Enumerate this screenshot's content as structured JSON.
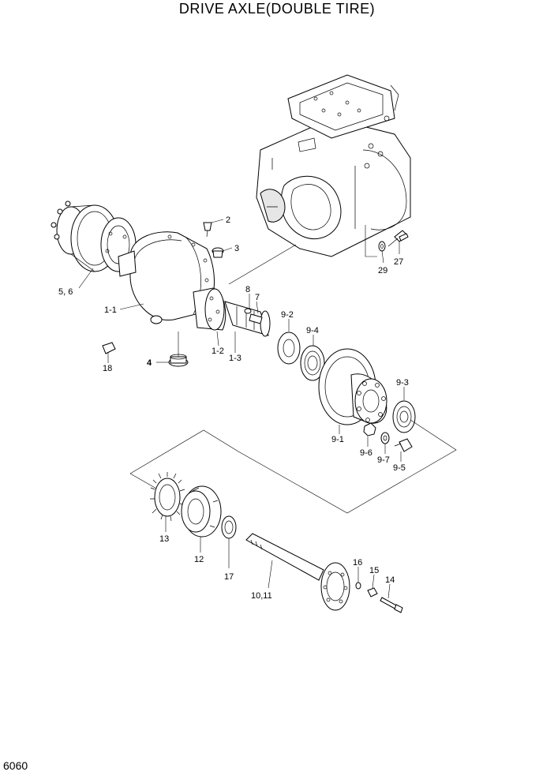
{
  "title": "DRIVE AXLE(DOUBLE TIRE)",
  "page_number": "6060",
  "callouts": {
    "c2": "2",
    "c3": "3",
    "c56": "5, 6",
    "c11": "1-1",
    "c8": "8",
    "c7": "7",
    "c12": "1-2",
    "c13": "1-3",
    "c18": "18",
    "c4": "4",
    "c92": "9-2",
    "c94": "9-4",
    "c91": "9-1",
    "c93": "9-3",
    "c96": "9-6",
    "c97": "9-7",
    "c95": "9-5",
    "c29": "29",
    "c27": "27",
    "c13b": "13",
    "c12b": "12",
    "c17": "17",
    "c1011": "10,11",
    "c16": "16",
    "c15": "15",
    "c14": "14"
  }
}
